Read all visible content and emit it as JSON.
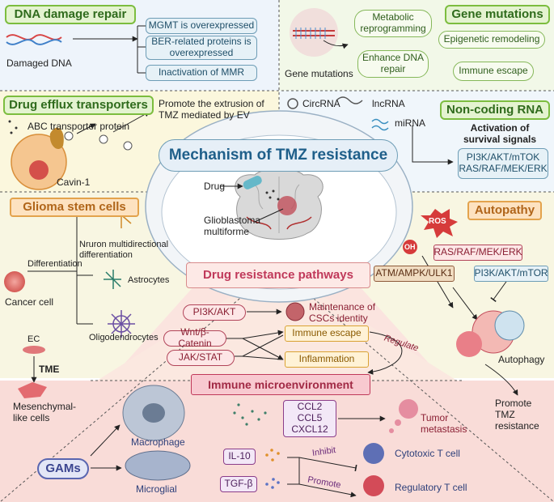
{
  "center": {
    "title": "Mechanism of TMZ resistance",
    "drug": "Drug",
    "tumor": "Glioblastoma multiforme",
    "pathways": "Drug resistance pathways",
    "immune_micro": "Immune microenvironment"
  },
  "dna_repair": {
    "title": "DNA damage repair",
    "damaged_dna": "Damaged DNA",
    "items": [
      "MGMT is overexpressed",
      "BER-related proteins is overexpressed",
      "Inactivation of MMR"
    ]
  },
  "gene_mutations": {
    "title": "Gene mutations",
    "caption": "Gene mutations",
    "items": [
      "Metabolic reprogramming",
      "Epigenetic remodeling",
      "Enhance DNA repair",
      "Immune escape"
    ]
  },
  "efflux": {
    "title": "Drug efflux transporters",
    "abc": "ABC transporter protein",
    "cavin": "Cavin-1",
    "promote": "Promote the extrusion of TMZ mediated by EV"
  },
  "ncrna": {
    "title": "Non-coding RNA",
    "circrna": "CircRNA",
    "lncrna": "lncRNA",
    "mirna": "miRNA",
    "activation": "Activation of survival signals",
    "signals": "PI3K/AKT/mTOK RAS/RAF/MEK/ERK"
  },
  "stem": {
    "title": "Glioma stem cells",
    "cancer_cell": "Cancer cell",
    "differentiation": "Differentiation",
    "neuron": "Nruron multidirectional differentiation",
    "astrocytes": "Astrocytes",
    "oligo": "Oligodendrocytes",
    "ec": "EC",
    "tme": "TME",
    "mesenchymal": "Mesenchymal-like cells"
  },
  "autophagy": {
    "title": "Autopathy",
    "ros": "ROS",
    "oh": "OH",
    "ras": "RAS/RAF/MEK/ERK",
    "atm": "ATM/AMPK/ULK1",
    "pi3k": "PI3K/AKT/mTOR",
    "autophagy": "Autophagy",
    "promote": "Promote TMZ resistance"
  },
  "pathways": {
    "pi3k_akt": "PI3K/AKT",
    "wnt": "Wnt/β-Catenin",
    "jak": "JAK/STAT",
    "csc": "Maintenance of CSCs identity",
    "immune_escape": "Immune escape",
    "inflammation": "Inflammation",
    "regulate": "Regulate"
  },
  "immune": {
    "gams": "GAMs",
    "macrophage": "Macrophage",
    "microglial": "Microglial",
    "chemokines": "CCL2 CCL5 CXCL12",
    "tumor_meta": "Tumor metastasis",
    "il10": "IL-10",
    "tgfb": "TGF-β",
    "inhibit": "Inhibit",
    "promote": "Promote",
    "cytotoxic": "Cytotoxic T cell",
    "regulatory": "Regulatory T cell"
  },
  "colors": {
    "green_accent": "#7cbd3f",
    "orange_accent": "#e3a34d",
    "center_blue": "#1f5f8a",
    "pink_accent": "#c0395a"
  }
}
